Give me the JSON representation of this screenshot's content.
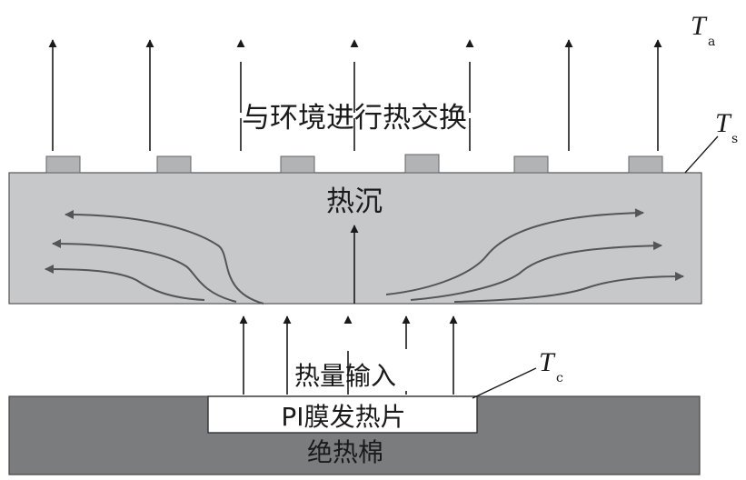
{
  "labels": {
    "heat_exchange": "与环境进行热交换",
    "heat_sink": "热沉",
    "heat_input": "热量输入",
    "heater": "PI膜发热片",
    "insulation": "绝热棉",
    "ta_main": "T",
    "ta_sub": "a",
    "ts_main": "T",
    "ts_sub": "s",
    "tc_main": "T",
    "tc_sub": "c"
  },
  "colors": {
    "heat_sink_fill": "#c7c8ca",
    "fin_fill": "#b2b3b5",
    "insulation_fill": "#7b7c7e",
    "heater_fill": "#ffffff",
    "stroke": "#333333",
    "flow_arrow": "#555555"
  }
}
